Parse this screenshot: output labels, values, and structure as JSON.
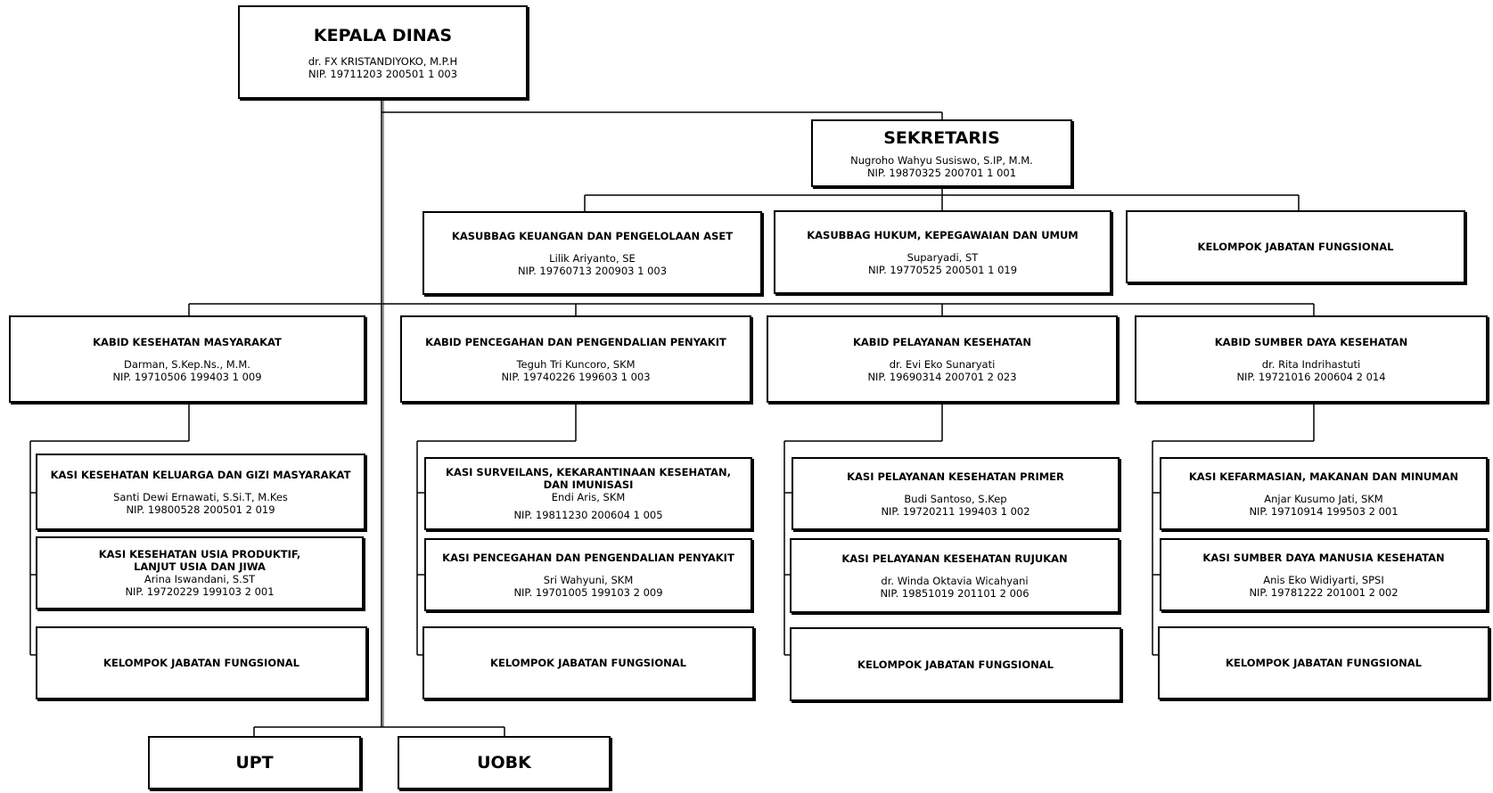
{
  "kepala_dinas": {
    "title": "KEPALA DINAS",
    "name": "dr. FX KRISTANDIYOKO, M.P.H",
    "nip": "NIP. 19711203 200501 1 003"
  },
  "sekretaris": {
    "title": "SEKRETARIS",
    "name": "Nugroho Wahyu Susiswo, S.IP, M.M.",
    "nip": "NIP. 19870325 200701 1 001"
  },
  "subbag": [
    {
      "title": "KASUBBAG KEUANGAN DAN PENGELOLAAN ASET",
      "name": "Lilik Ariyanto, SE",
      "nip": "NIP. 19760713 200903 1 003"
    },
    {
      "title": "KASUBBAG HUKUM, KEPEGAWAIAN DAN UMUM",
      "name": "Suparyadi, ST",
      "nip": "NIP. 19770525 200501 1 019"
    },
    {
      "title": "KELOMPOK JABATAN FUNGSIONAL"
    }
  ],
  "bidang": [
    {
      "title": "KABID KESEHATAN MASYARAKAT",
      "name": "Darman, S.Kep.Ns., M.M.",
      "nip": "NIP. 19710506 199403 1 009",
      "seksi": [
        {
          "title": "KASI KESEHATAN KELUARGA DAN GIZI MASYARAKAT",
          "name": "Santi Dewi Ernawati, S.Si.T, M.Kes",
          "nip": "NIP. 19800528 200501 2 019"
        },
        {
          "title_line1": "KASI KESEHATAN USIA PRODUKTIF,",
          "title_line2": "LANJUT USIA DAN JIWA",
          "name": "Arina Iswandani, S.ST",
          "nip": "NIP. 19720229 199103 2 001"
        }
      ],
      "fungsional": "KELOMPOK JABATAN FUNGSIONAL"
    },
    {
      "title": "KABID PENCEGAHAN DAN PENGENDALIAN PENYAKIT",
      "name": "Teguh Tri Kuncoro, SKM",
      "nip": "NIP. 19740226 199603 1 003",
      "seksi": [
        {
          "title_line1": "KASI SURVEILANS, KEKARANTINAAN KESEHATAN,",
          "title_line2": "DAN IMUNISASI",
          "name": "Endi Aris, SKM",
          "nip": "NIP. 19811230 200604 1 005"
        },
        {
          "title": "KASI PENCEGAHAN DAN PENGENDALIAN PENYAKIT",
          "name": "Sri Wahyuni, SKM",
          "nip": "NIP. 19701005 199103 2 009"
        }
      ],
      "fungsional": "KELOMPOK JABATAN FUNGSIONAL"
    },
    {
      "title": "KABID PELAYANAN KESEHATAN",
      "name": "dr. Evi Eko Sunaryati",
      "nip": "NIP. 19690314 200701 2 023",
      "seksi": [
        {
          "title": "KASI PELAYANAN KESEHATAN PRIMER",
          "name": "Budi Santoso, S.Kep",
          "nip": "NIP. 19720211 199403 1 002"
        },
        {
          "title": "KASI PELAYANAN KESEHATAN RUJUKAN",
          "name": "dr. Winda Oktavia Wicahyani",
          "nip": "NIP. 19851019 201101 2 006"
        }
      ],
      "fungsional": "KELOMPOK JABATAN FUNGSIONAL"
    },
    {
      "title": "KABID SUMBER DAYA KESEHATAN",
      "name": "dr. Rita Indrihastuti",
      "nip": "NIP. 19721016 200604 2 014",
      "seksi": [
        {
          "title": "KASI KEFARMASIAN, MAKANAN DAN MINUMAN",
          "name": "Anjar Kusumo Jati, SKM",
          "nip": "NIP. 19710914 199503 2 001"
        },
        {
          "title": "KASI SUMBER DAYA MANUSIA KESEHATAN",
          "name": "Anis Eko Widiyarti, SPSI",
          "nip": "NIP. 19781222 201001 2 002"
        }
      ],
      "fungsional": "KELOMPOK JABATAN FUNGSIONAL"
    }
  ],
  "upt": "UPT",
  "uobk": "UOBK"
}
